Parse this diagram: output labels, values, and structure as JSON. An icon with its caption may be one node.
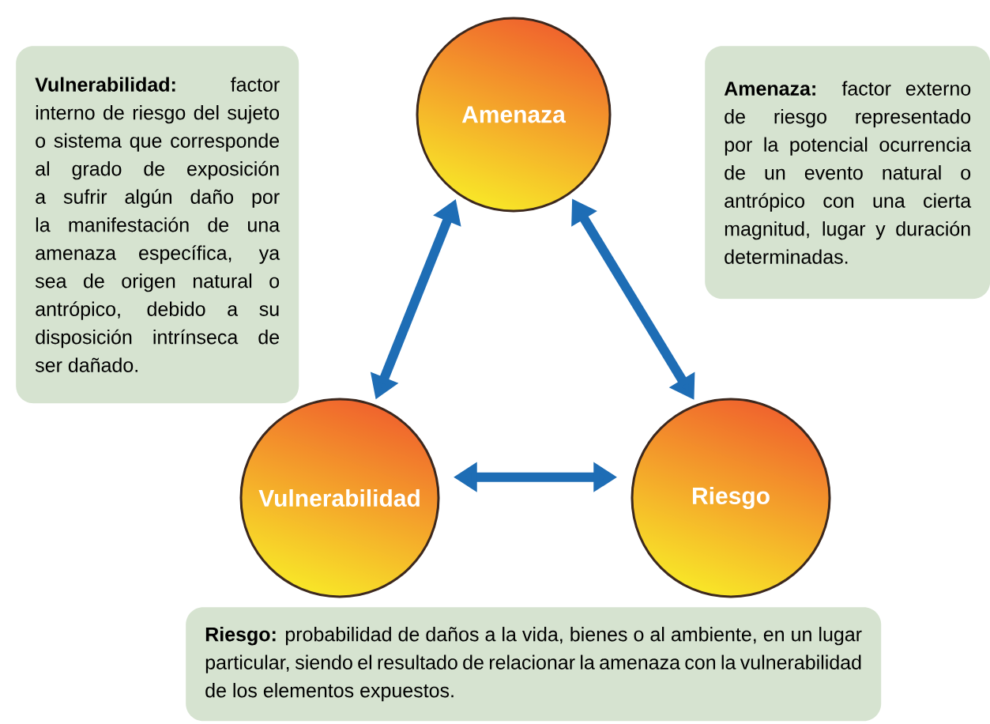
{
  "diagram": {
    "nodes": [
      {
        "text": [
          "**Vulnerabilidad:** factor interno de riesgo del sujeto o sistema que corresponde al grado de exposición a sufrir algún daño por la manifestación de una amenaza específica, ya sea de origen natural o antrópico, debido a su disposición intrínseca de ser dañado."
        ]
      },
      {
        "text": [
          "Amenaza"
        ]
      },
      {
        "text": [
          "**Amenaza:** factor externo de riesgo representado por la potencial ocurrencia de un evento natural o antrópico con una cierta magnitud, lugar y duración determinadas."
        ]
      },
      {
        "text": [
          "Vulnerabilidad"
        ]
      },
      {
        "text": [
          "Riesgo"
        ]
      },
      {
        "text": [
          "**Riesgo:** probabilidad de daños a la vida, bienes o al ambiente, en un lugar particular, siendo el resultado de relacionar la amenaza con la vulnerabilidad de los elementos expuestos."
        ]
      }
    ],
    "edges": [
      {
        "from": 1,
        "to": 3,
        "arrow": "both"
      },
      {
        "from": 1,
        "to": 4,
        "arrow": "both"
      },
      {
        "from": 3,
        "to": 4,
        "arrow": "both"
      }
    ]
  }
}
